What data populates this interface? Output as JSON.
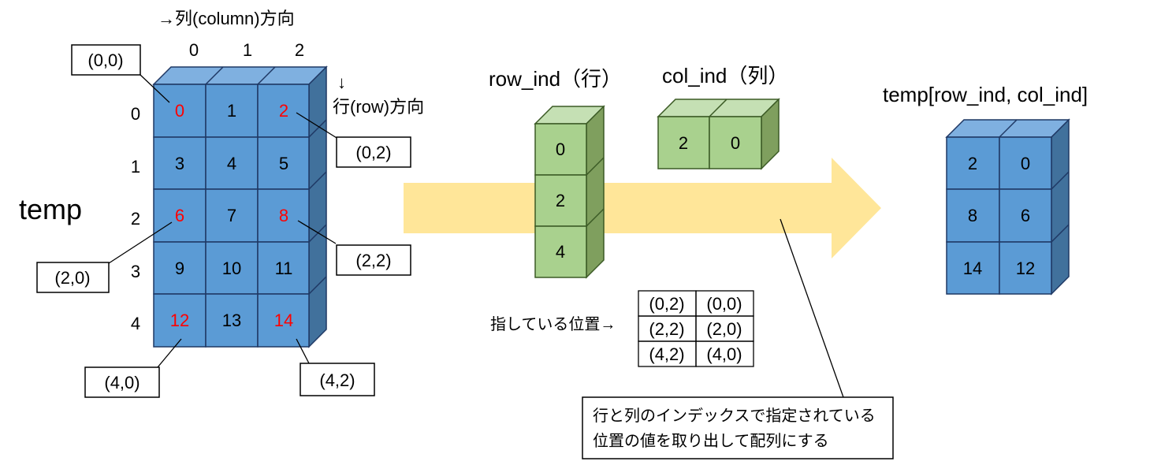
{
  "colors": {
    "blue_front": "#5B9BD5",
    "blue_top": "#7FB0E0",
    "blue_side": "#41719C",
    "blue_edge": "#1F3864",
    "green_front": "#A9D18E",
    "green_top": "#C5E0B4",
    "green_side": "#7F9F5E",
    "green_edge": "#3B5A25",
    "arrow_fill": "#FFE699",
    "highlight_text": "#FF0000"
  },
  "temp": {
    "name": "temp",
    "column_direction": "→列(column)方向",
    "row_direction_arrow": "↓",
    "row_direction": "行(row)方向",
    "column_indices": [
      "0",
      "1",
      "2"
    ],
    "row_indices": [
      "0",
      "1",
      "2",
      "3",
      "4"
    ],
    "values": [
      [
        "0",
        "1",
        "2"
      ],
      [
        "3",
        "4",
        "5"
      ],
      [
        "6",
        "7",
        "8"
      ],
      [
        "9",
        "10",
        "11"
      ],
      [
        "12",
        "13",
        "14"
      ]
    ],
    "highlighted": [
      [
        0,
        0
      ],
      [
        0,
        2
      ],
      [
        2,
        0
      ],
      [
        2,
        2
      ],
      [
        4,
        0
      ],
      [
        4,
        2
      ]
    ],
    "callouts": [
      "(0,0)",
      "(0,2)",
      "(2,0)",
      "(2,2)",
      "(4,0)",
      "(4,2)"
    ]
  },
  "row_ind": {
    "label": "row_ind（行）",
    "values": [
      "0",
      "2",
      "4"
    ]
  },
  "col_ind": {
    "label": "col_ind（列）",
    "values": [
      "2",
      "0"
    ]
  },
  "result": {
    "label": "temp[row_ind, col_ind]",
    "values": [
      [
        "2",
        "0"
      ],
      [
        "8",
        "6"
      ],
      [
        "14",
        "12"
      ]
    ]
  },
  "positions": {
    "label": "指している位置→",
    "rows": [
      [
        "(0,2)",
        "(0,0)"
      ],
      [
        "(2,2)",
        "(2,0)"
      ],
      [
        "(4,2)",
        "(4,0)"
      ]
    ]
  },
  "note": {
    "lines": [
      "行と列のインデックスで指定されている",
      "位置の値を取り出して配列にする"
    ]
  }
}
